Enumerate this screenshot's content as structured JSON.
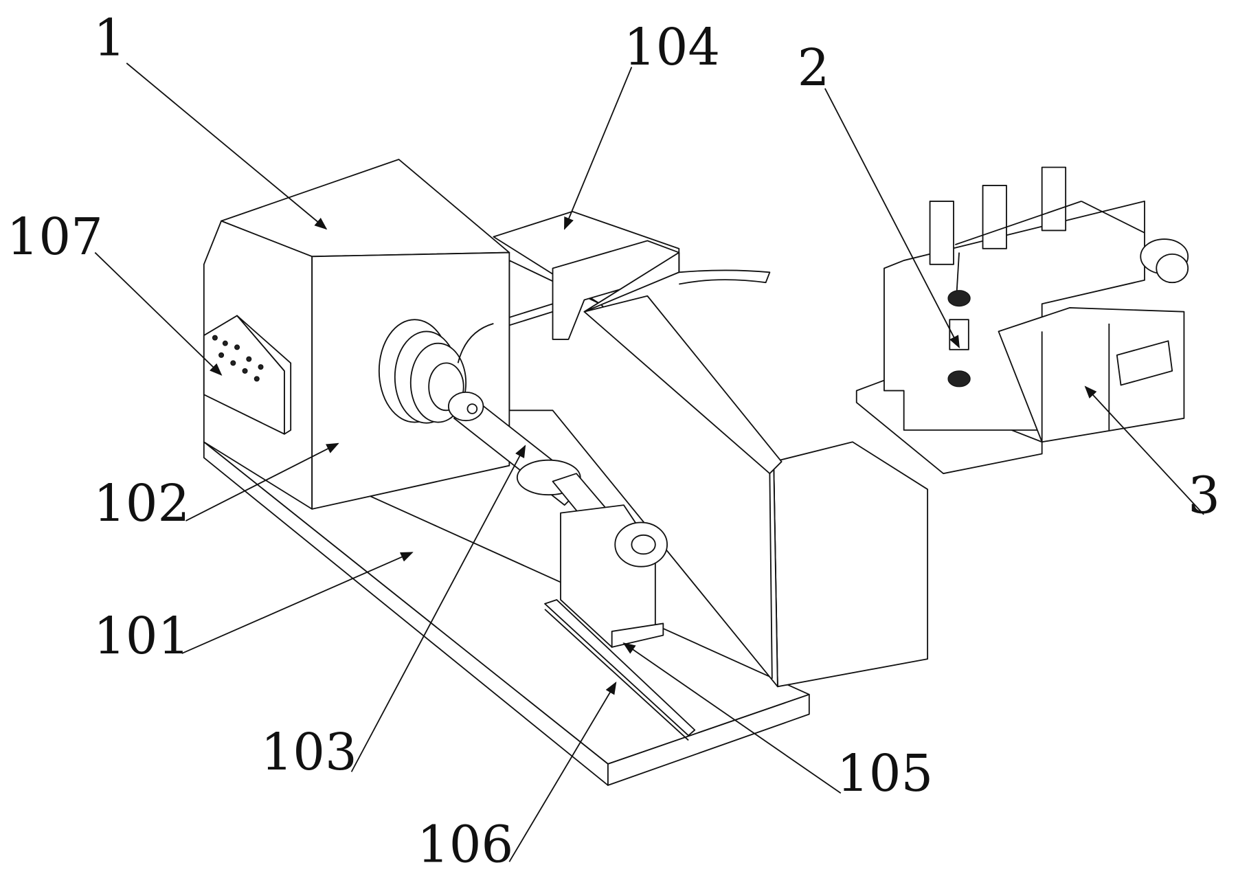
{
  "figure": {
    "labels": {
      "l1": "1",
      "l104": "104",
      "l2": "2",
      "l107": "107",
      "l102": "102",
      "l3": "3",
      "l101": "101",
      "l103": "103",
      "l105": "105",
      "l106": "106"
    }
  }
}
